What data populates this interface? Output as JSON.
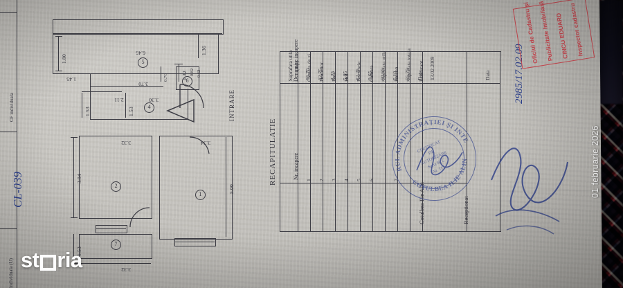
{
  "document": {
    "type": "cadastral-floor-plan-photo",
    "section_title": "RECAPITULATIE",
    "entrance_label": "INTRARE"
  },
  "left_margin": {
    "top_label": "CF individuala",
    "handwritten_code": "CL-039",
    "bottom_label": "individuala (U)"
  },
  "table": {
    "headers": {
      "nr": "Nr. incapere",
      "name": "Denumire incapere",
      "area": "Suprafata utila (mp)"
    },
    "rows": [
      {
        "nr": "1",
        "name": "Camera de zi",
        "area": "16,70"
      },
      {
        "nr": "2",
        "name": "Dormitor",
        "area": "12,75"
      },
      {
        "nr": "3",
        "name": "Baie",
        "area": "3,25"
      },
      {
        "nr": "4",
        "name": "Hol",
        "area": "5,05"
      },
      {
        "nr": "5",
        "name": "Bucatarie",
        "area": "12,25"
      },
      {
        "nr": "6",
        "name": "Camara",
        "area": "0,65"
      }
    ],
    "totals": [
      {
        "nr": "",
        "name": "Suprafata utila",
        "area": "50,65"
      },
      {
        "nr": "7",
        "name": "Balcon",
        "area": "5,10"
      },
      {
        "nr": "",
        "name": "Suprafata totala",
        "area": "55,75"
      }
    ],
    "footer": {
      "executant_label": "Executant",
      "executant_name": "Cotulbea Ilie Alin",
      "data_label_left": "Data",
      "data_value_left": "13.02.2009",
      "receptionat_label": "Receptionat",
      "data_label_right": "Data"
    }
  },
  "floor_plan": {
    "rooms": [
      {
        "id": "1",
        "name": "Camera de zi"
      },
      {
        "id": "2",
        "name": "Dormitor"
      },
      {
        "id": "3",
        "name": "Baie"
      },
      {
        "id": "4",
        "name": "Hol"
      },
      {
        "id": "5",
        "name": "Bucatarie"
      },
      {
        "id": "6",
        "name": "Camara"
      },
      {
        "id": "7",
        "name": "Balcon"
      }
    ],
    "dimensions": {
      "balcony_length": "6.45",
      "balcony_depth": "1.80",
      "balcony_inset": "1.45",
      "kitchen_width": "3.70",
      "bath_width": "2.11",
      "bath_depth": "1.53",
      "hall_length": "3.30",
      "hall_depth": "1.53",
      "camara_a": "0.82",
      "camara_b": "0.62",
      "door_w": "0.70",
      "top_right_a": "1.36",
      "top_right_b": "1.32",
      "bedroom_top": "3.32",
      "bedroom_side": "3.84",
      "living_top": "3.34",
      "living_side": "5.00",
      "balcony_low_depth": "1.53",
      "balcony_low_width": "3.32"
    }
  },
  "red_stamp": {
    "line1": "Oficiul de Cadastru şi",
    "line2": "Publicitate Imobiliară - Olt",
    "line3": "CINCU EDUARD",
    "line4": "Inspector cadastru"
  },
  "round_stamp": {
    "outer_top": "MINISTERUL ADMINISTRAŢIEI ŞI INTERNELOR",
    "outer_bottom": "COTULBEA ILIE ALIN",
    "inner_line1": "CERTIFICAT",
    "inner_line2": "DE",
    "inner_line3": "AUTORIZARE",
    "inner_line4": "Seria B, C",
    "inner_line5": "Nr. 117"
  },
  "handwritten": {
    "registration_number": "2985/17.02.09"
  },
  "watermark": {
    "brand_prefix": "st",
    "brand_suffix": "ria",
    "date": "01 februarie 2026"
  },
  "colors": {
    "paper": "#c7c5c0",
    "ink": "#33333c",
    "red_stamp": "#d2404a",
    "blue_stamp": "#3b4a8e",
    "handwriting": "#2b3f8c"
  }
}
